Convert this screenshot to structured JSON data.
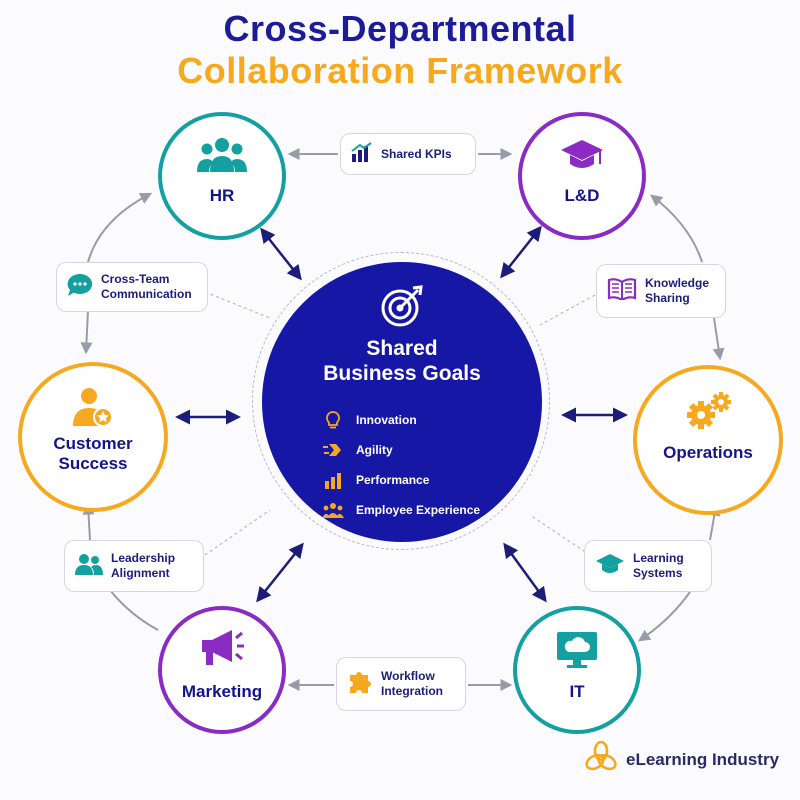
{
  "title": {
    "line1": "Cross-Departmental",
    "line2": "Collaboration Framework"
  },
  "center": {
    "title_line1": "Shared",
    "title_line2": "Business Goals",
    "goals": [
      {
        "label": "Innovation",
        "icon": "lightbulb-icon"
      },
      {
        "label": "Agility",
        "icon": "speed-arrow-icon"
      },
      {
        "label": "Performance",
        "icon": "bar-chart-icon"
      },
      {
        "label": "Employee Experience",
        "icon": "people-icon"
      }
    ]
  },
  "nodes": [
    {
      "label": "HR",
      "color": "#14a0a0",
      "icon": "team-icon"
    },
    {
      "label": "L&D",
      "color": "#8a2bc4",
      "icon": "graduation-cap-icon"
    },
    {
      "label": "Operations",
      "color": "#f6a91e",
      "icon": "gears-icon"
    },
    {
      "label": "IT",
      "color": "#14a0a0",
      "icon": "monitor-cloud-icon"
    },
    {
      "label": "Marketing",
      "color": "#8a2bc4",
      "icon": "megaphone-icon"
    },
    {
      "label_line1": "Customer",
      "label_line2": "Success",
      "color": "#f6a91e",
      "icon": "customer-star-icon"
    }
  ],
  "links": {
    "shared_kpis": "Shared KPIs",
    "knowledge_line1": "Knowledge",
    "knowledge_line2": "Sharing",
    "learning_line1": "Learning",
    "learning_line2": "Systems",
    "workflow_line1": "Workflow",
    "workflow_line2": "Integration",
    "leadership_line1": "Leadership",
    "leadership_line2": "Alignment",
    "crossteam_line1": "Cross-Team",
    "crossteam_line2": "Communication"
  },
  "brand": {
    "name": "eLearning Industry",
    "icon": "elearning-logo-icon"
  },
  "colors": {
    "navy": "#1717a6",
    "teal": "#14a0a0",
    "purple": "#8a2bc4",
    "orange": "#f6a91e",
    "arrow": "#1c1c7a",
    "gray_arrow": "#9a9aa8"
  }
}
